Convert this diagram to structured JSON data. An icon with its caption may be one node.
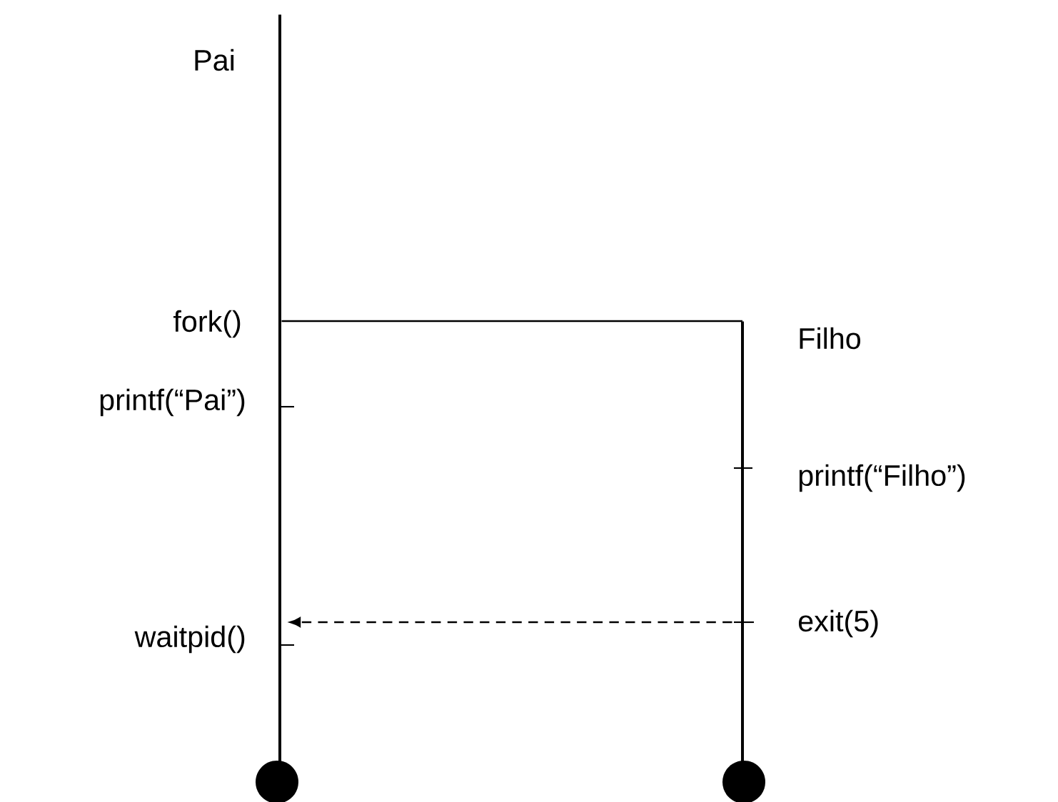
{
  "diagram": {
    "nodes": [
      {
        "text": [],
        "shape": "bar"
      },
      {
        "text": [],
        "shape": "bar"
      },
      {
        "text": [],
        "shape": "circle"
      },
      {
        "text": [],
        "shape": "circle"
      }
    ],
    "edges": [
      {
        "from": 0,
        "to": 1,
        "arrow": "none"
      },
      {
        "from": 1,
        "to": 0,
        "arrow": "to",
        "style": "dashed"
      }
    ],
    "labels": [
      "Pai",
      "fork()",
      "Filho",
      "printf(“Pai”)",
      "printf(“Filho”)",
      "exit(5)",
      "waitpid()"
    ]
  }
}
